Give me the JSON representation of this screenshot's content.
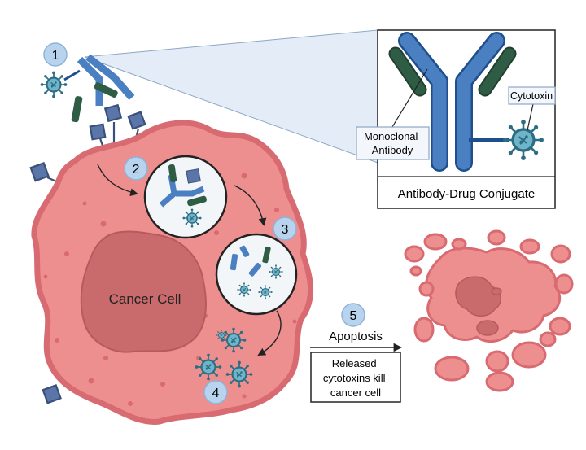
{
  "steps": [
    "1",
    "2",
    "3",
    "4",
    "5"
  ],
  "labels": {
    "cancer_cell": "Cancer Cell",
    "monoclonal_line1": "Monoclonal",
    "monoclonal_line2": "Antibody",
    "cytotoxin": "Cytotoxin",
    "adc_caption": "Antibody-Drug Conjugate",
    "apoptosis": "Apoptosis",
    "released_line1": "Released",
    "released_line2": "cytotoxins kill",
    "released_line3": "cancer cell"
  },
  "colors": {
    "cell_fill": "#ee8f8f",
    "cell_stroke": "#d86a71",
    "nucleus_fill": "#c96b6c",
    "antibody_blue": "#4a7fc1",
    "antibody_dark_blue": "#1f4e8c",
    "drug_green": "#2f5c45",
    "receptor": "#5a76a8",
    "step_badge": "#b7d3ee",
    "cytotoxin_teal": "#2c6d83",
    "vesicle_fill": "#f3f6f8"
  },
  "icons": [
    "cytotoxin-icon",
    "antibody-icon",
    "receptor-icon",
    "vesicle-icon",
    "arrow-icon"
  ]
}
